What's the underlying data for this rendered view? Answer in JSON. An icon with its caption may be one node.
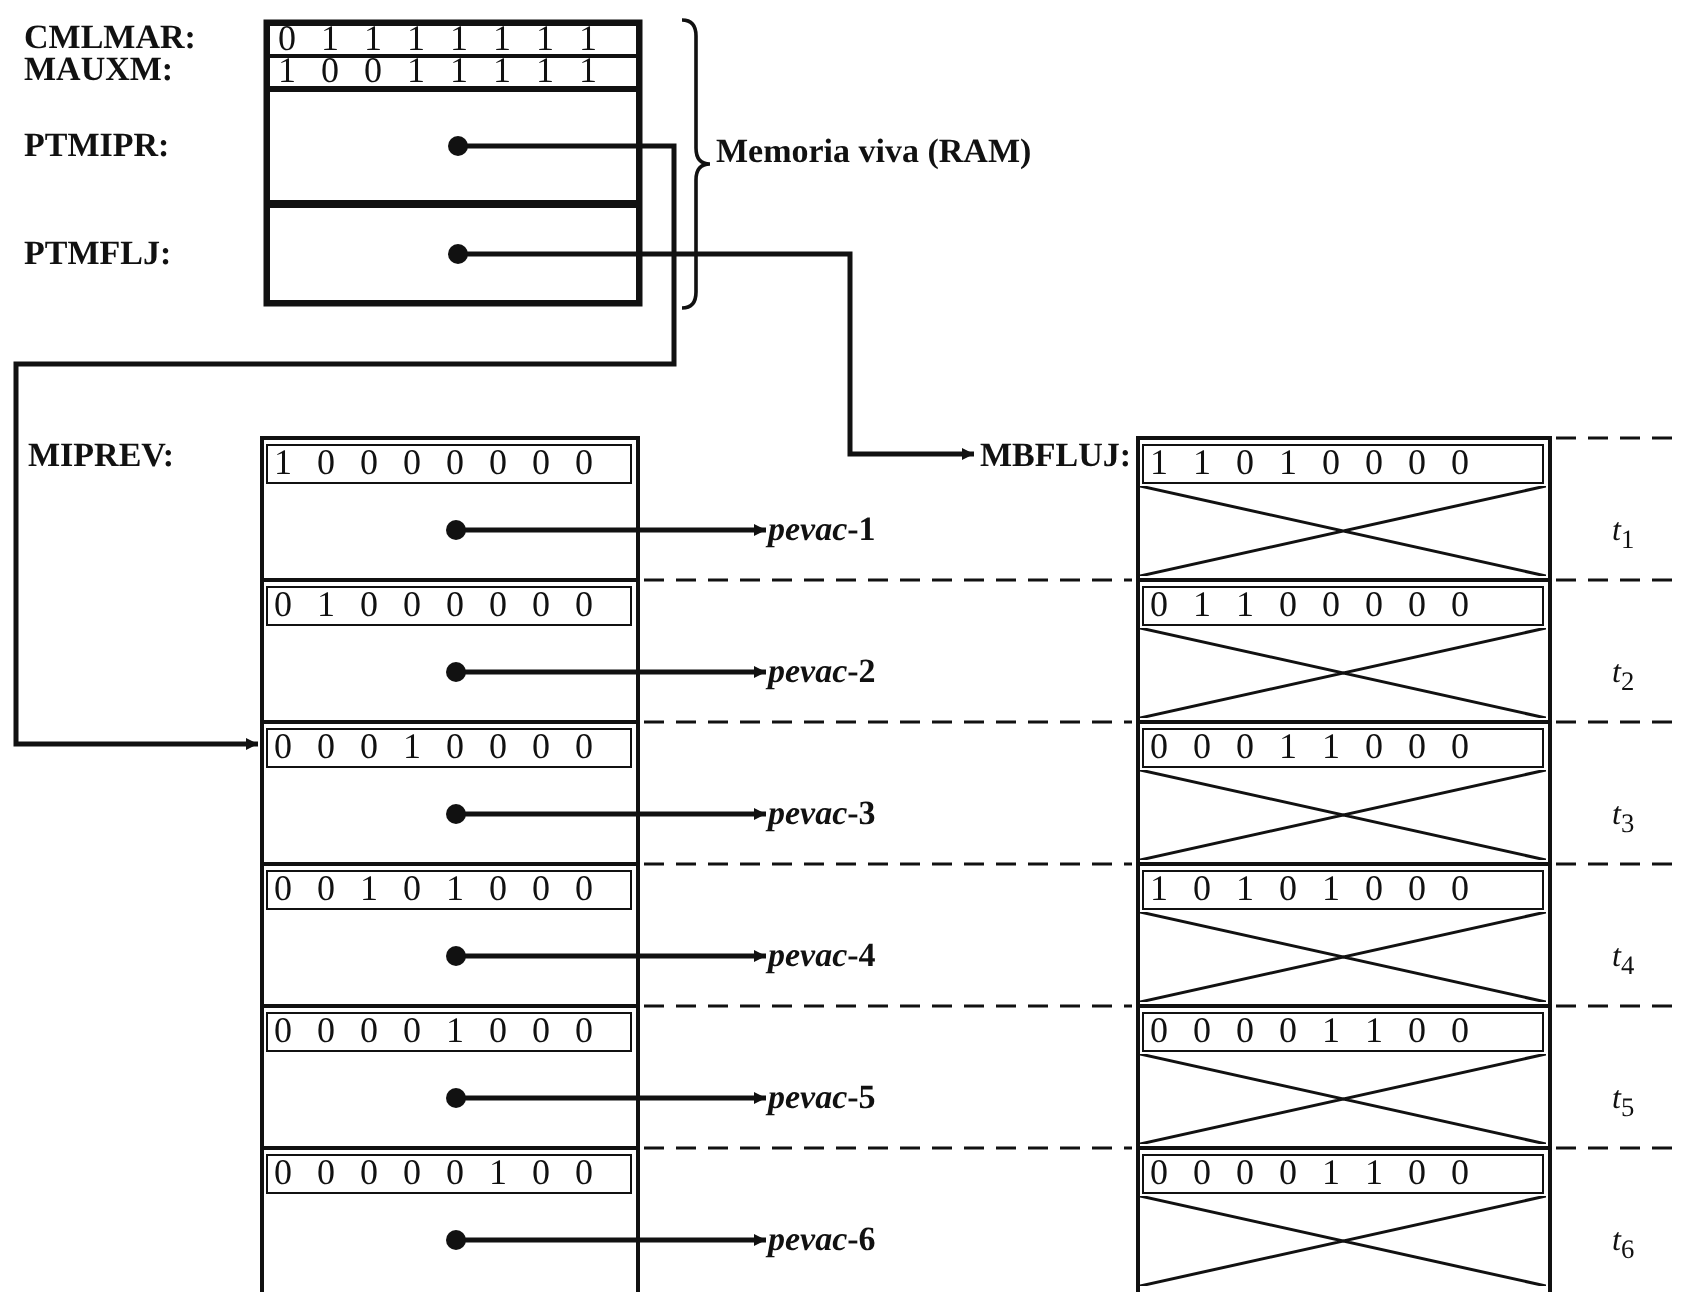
{
  "diagram": {
    "nodes": [
      {
        "text": [
          "CMLMAR:",
          "0 1 1 1 1 1 1 1"
        ]
      },
      {
        "text": [
          "MAUXM:",
          "1 0 0 1 1 1 1 1"
        ]
      },
      {
        "text": [
          "PTMIPR:"
        ]
      },
      {
        "text": [
          "PTMFLJ:"
        ]
      },
      {
        "text": [
          "MIPREV:"
        ]
      },
      {
        "text": [
          "1 0 0 0 0 0 0 0"
        ],
        "in": 4
      },
      {
        "text": [
          "0 1 0 0 0 0 0 0"
        ],
        "in": 4
      },
      {
        "text": [
          "0 0 0 1 0 0 0 0"
        ],
        "in": 4
      },
      {
        "text": [
          "0 0 1 0 1 0 0 0"
        ],
        "in": 4
      },
      {
        "text": [
          "0 0 0 0 1 0 0 0"
        ],
        "in": 4
      },
      {
        "text": [
          "0 0 0 0 0 1 0 0"
        ],
        "in": 4
      },
      {
        "text": [
          "*pevac*-1"
        ]
      },
      {
        "text": [
          "*pevac*-2"
        ]
      },
      {
        "text": [
          "*pevac*-3"
        ]
      },
      {
        "text": [
          "*pevac*-4"
        ]
      },
      {
        "text": [
          "*pevac*-5"
        ]
      },
      {
        "text": [
          "*pevac*-6"
        ]
      },
      {
        "text": [
          "MBFLUJ:"
        ]
      },
      {
        "text": [
          "1 1 0 1 0 0 0 0"
        ],
        "in": 17
      },
      {
        "text": [
          "0 1 1 0 0 0 0 0"
        ],
        "in": 17
      },
      {
        "text": [
          "0 0 0 1 1 0 0 0"
        ],
        "in": 17
      },
      {
        "text": [
          "1 0 1 0 1 0 0 0"
        ],
        "in": 17
      },
      {
        "text": [
          "0 0 0 0 1 1 0 0"
        ],
        "in": 17
      },
      {
        "text": [
          "0 0 0 0 1 1 0 0"
        ],
        "in": 17
      }
    ],
    "edges": [
      {
        "from": 2,
        "to": 7,
        "arrow": "to"
      },
      {
        "from": 3,
        "to": 17,
        "arrow": "to"
      },
      {
        "from": 5,
        "to": 11,
        "arrow": "to"
      },
      {
        "from": 6,
        "to": 12,
        "arrow": "to"
      },
      {
        "from": 7,
        "to": 13,
        "arrow": "to"
      },
      {
        "from": 8,
        "to": 14,
        "arrow": "to"
      },
      {
        "from": 9,
        "to": 15,
        "arrow": "to"
      },
      {
        "from": 10,
        "to": 16,
        "arrow": "to"
      }
    ],
    "labels": [
      "Memoria viva (RAM)",
      "*t*$_{1}$",
      "*t*$_{2}$",
      "*t*$_{3}$",
      "*t*$_{4}$",
      "*t*$_{5}$",
      "*t*$_{6}$"
    ]
  }
}
